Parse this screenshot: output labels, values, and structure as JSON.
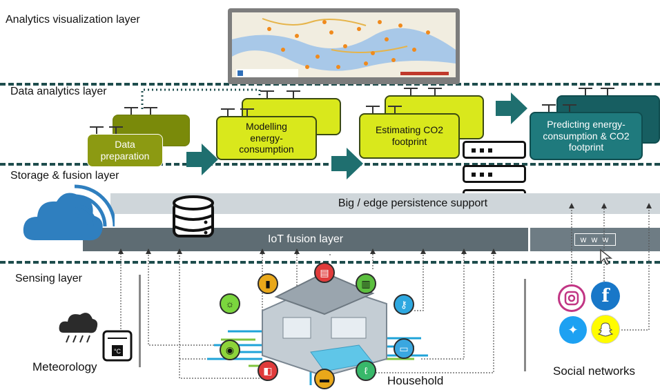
{
  "layers": {
    "visualization": "Analytics visualization layer",
    "analytics": "Data analytics layer",
    "storage": "Storage & fusion layer",
    "sensing": "Sensing layer"
  },
  "cards": {
    "data_preparation": "Data preparation",
    "modelling": "Modelling energy-consumption",
    "estimating": "Estimating CO2 footprint",
    "predicting": "Predicting energy-consumption & CO2 footprint"
  },
  "bars": {
    "persistence": "Big / edge persistence support",
    "iot_fusion": "IoT fusion layer",
    "www": "w w w"
  },
  "sources": {
    "meteorology": "Meteorology",
    "household": "Household",
    "social": "Social networks"
  },
  "colors": {
    "olive": "#8c9a12",
    "lime": "#d9e81c",
    "teal": "#1f7a7d",
    "bar_grey": "#5e6c73",
    "light_bar": "#cfd6da",
    "cloud_blue": "#2f7fbf"
  },
  "icons": [
    "server-icon",
    "database-icon",
    "cloud-icon",
    "wifi-signal-icon",
    "weather-icon",
    "thermometer-icon",
    "house-icon",
    "instagram-icon",
    "facebook-icon",
    "twitter-icon",
    "snapchat-icon",
    "cursor-icon",
    "map-icon"
  ]
}
